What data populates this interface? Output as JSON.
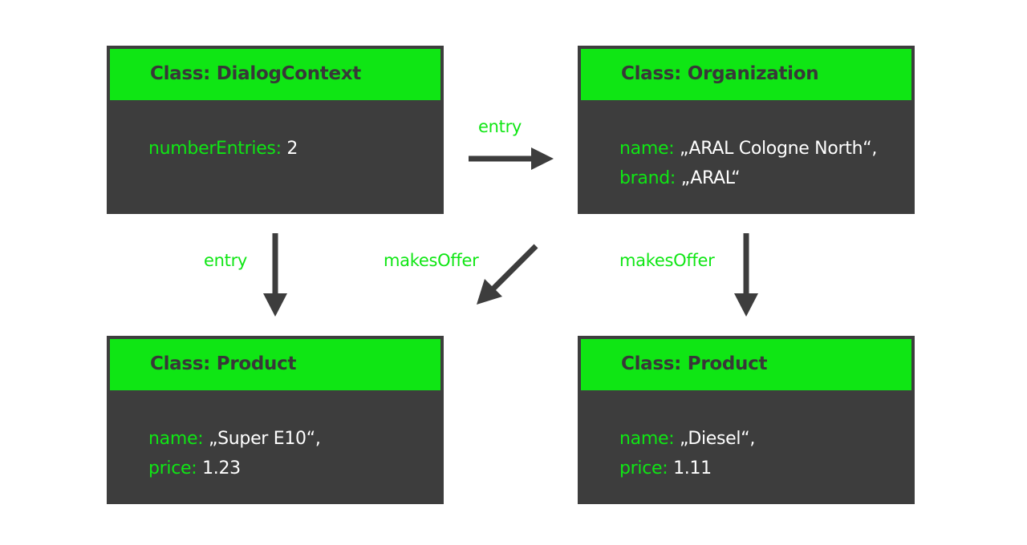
{
  "classes": [
    {
      "title": "Class: DialogContext",
      "attributes": [
        {
          "key": "numberEntries:",
          "value": " 2"
        }
      ]
    },
    {
      "title": "Class: Organization",
      "attributes": [
        {
          "key": "name:",
          "value": " „ARAL Cologne North“,"
        },
        {
          "key": "brand:",
          "value": " „ARAL“"
        }
      ]
    },
    {
      "title": "Class: Product",
      "attributes": [
        {
          "key": "name:",
          "value": " „Super E10“,"
        },
        {
          "key": "price:",
          "value": " 1.23"
        }
      ]
    },
    {
      "title": "Class: Product",
      "attributes": [
        {
          "key": "name:",
          "value": " „Diesel“,"
        },
        {
          "key": "price:",
          "value": " 1.11"
        }
      ]
    }
  ],
  "edges": [
    {
      "label": "entry"
    },
    {
      "label": "entry"
    },
    {
      "label": "makesOffer"
    },
    {
      "label": "makesOffer"
    }
  ],
  "colors": {
    "accent": "#0fe614",
    "box_background": "#3d3d3d",
    "arrow": "#3d3d3d",
    "value_text": "#ffffff"
  }
}
